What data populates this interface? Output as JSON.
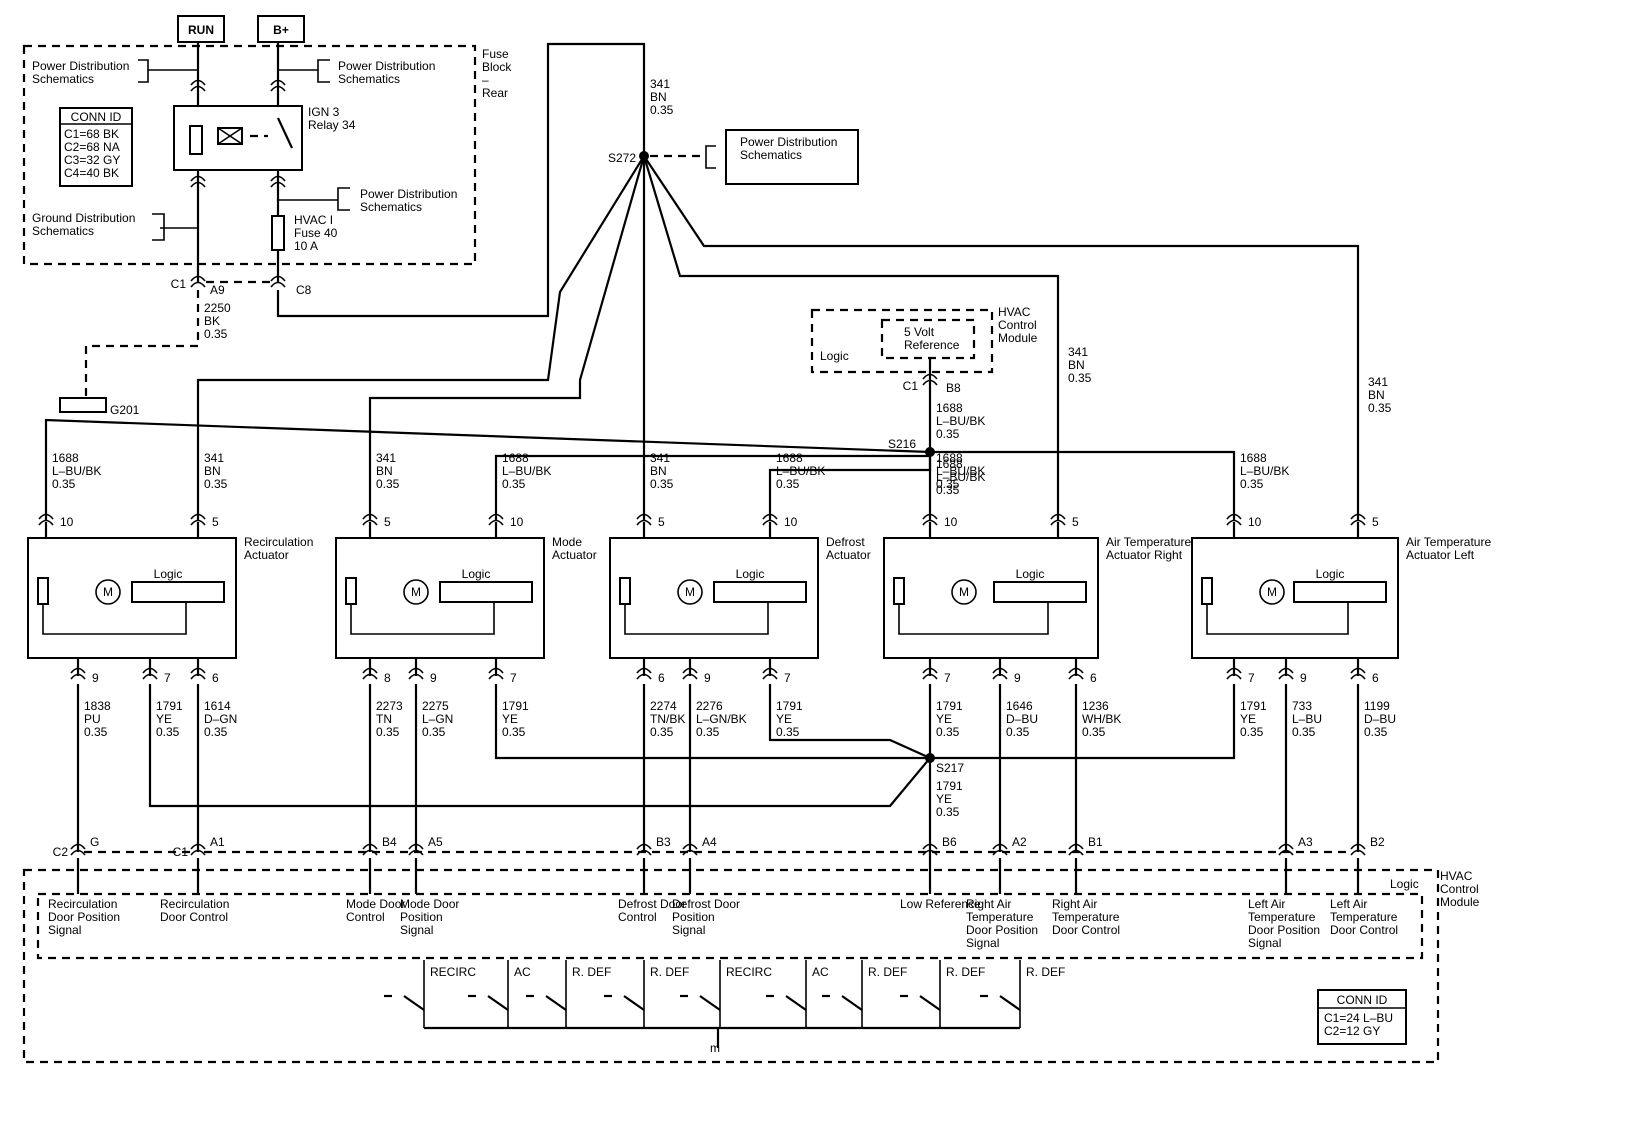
{
  "sources": {
    "run": "RUN",
    "bplus": "B+"
  },
  "fuse_block": {
    "name": "Fuse Block – Rear",
    "power_dist_1": "Power Distribution Schematics",
    "power_dist_2": "Power Distribution Schematics",
    "power_dist_3": "Power Distribution Schematics",
    "ground_dist": "Ground Distribution Schematics",
    "relay": "IGN 3 Relay 34",
    "fuse": "HVAC I Fuse 40 10 A",
    "conn_id_title": "CONN ID",
    "conn_ids": [
      "C1=68 BK",
      "C2=68 NA",
      "C3=32 GY",
      "C4=40 BK"
    ]
  },
  "top_connectors": {
    "c1": "C1",
    "a9": "A9",
    "c8": "C8"
  },
  "wires": {
    "w2250": [
      "2250",
      "BK",
      "0.35"
    ],
    "w341_top": [
      "341",
      "BN",
      "0.35"
    ],
    "w341_right1": [
      "341",
      "BN",
      "0.35"
    ],
    "w341_right2": [
      "341",
      "BN",
      "0.35"
    ],
    "w1688_ref": [
      "1688",
      "L–BU/BK",
      "0.35"
    ],
    "w1688_s216": [
      "1688",
      "L–BU/BK",
      "0.35"
    ],
    "w1791_s217": [
      "1791",
      "YE",
      "0.35"
    ]
  },
  "splices": {
    "s272": "S272",
    "s216": "S216",
    "s217": "S217",
    "g201": "G201"
  },
  "power_dist_box": "Power Distribution Schematics",
  "hvac_top": {
    "logic": "Logic",
    "ref": "5 Volt Reference",
    "module": "HVAC Control Module",
    "c1": "C1",
    "b8": "B8"
  },
  "actuators": [
    {
      "name": "Recirculation Actuator",
      "logic": "Logic",
      "motor": "M",
      "top": [
        [
          "10",
          "1688",
          "L–BU/BK",
          "0.35"
        ],
        [
          "5",
          "341",
          "BN",
          "0.35"
        ]
      ],
      "bottom": [
        [
          "9",
          "1838",
          "PU",
          "0.35"
        ],
        [
          "7",
          "1791",
          "YE",
          "0.35"
        ],
        [
          "6",
          "1614",
          "D–GN",
          "0.35"
        ]
      ]
    },
    {
      "name": "Mode Actuator",
      "logic": "Logic",
      "motor": "M",
      "top": [
        [
          "5",
          "341",
          "BN",
          "0.35"
        ],
        [
          "10",
          "1688",
          "L–BU/BK",
          "0.35"
        ]
      ],
      "bottom": [
        [
          "8",
          "2273",
          "TN",
          "0.35"
        ],
        [
          "9",
          "2275",
          "L–GN",
          "0.35"
        ],
        [
          "7",
          "1791",
          "YE",
          "0.35"
        ]
      ]
    },
    {
      "name": "Defrost Actuator",
      "logic": "Logic",
      "motor": "M",
      "top": [
        [
          "5",
          "341",
          "BN",
          "0.35"
        ],
        [
          "10",
          "1688",
          "L–BU/BK",
          "0.35"
        ]
      ],
      "bottom": [
        [
          "6",
          "2274",
          "TN/BK",
          "0.35"
        ],
        [
          "9",
          "2276",
          "L–GN/BK",
          "0.35"
        ],
        [
          "7",
          "1791",
          "YE",
          "0.35"
        ]
      ]
    },
    {
      "name": "Air Temperature Actuator Right",
      "logic": "Logic",
      "motor": "M",
      "top": [
        [
          "10",
          "1688",
          "L–BU/BK",
          "0.35"
        ],
        [
          "5",
          "",
          "",
          ""
        ]
      ],
      "bottom": [
        [
          "7",
          "1791",
          "YE",
          "0.35"
        ],
        [
          "9",
          "1646",
          "D–BU",
          "0.35"
        ],
        [
          "6",
          "1236",
          "WH/BK",
          "0.35"
        ]
      ]
    },
    {
      "name": "Air Temperature Actuator Left",
      "logic": "Logic",
      "motor": "M",
      "top": [
        [
          "10",
          "1688",
          "L–BU/BK",
          "0.35"
        ],
        [
          "5",
          "",
          "",
          ""
        ]
      ],
      "bottom": [
        [
          "7",
          "1791",
          "YE",
          "0.35"
        ],
        [
          "9",
          "733",
          "L–BU",
          "0.35"
        ],
        [
          "6",
          "1199",
          "D–BU",
          "0.35"
        ]
      ]
    }
  ],
  "bottom_pins": [
    {
      "c": "C2",
      "p": "G"
    },
    {
      "c": "C1",
      "p": "A1"
    },
    {
      "c": "",
      "p": "B4"
    },
    {
      "c": "",
      "p": "A5"
    },
    {
      "c": "",
      "p": "B3"
    },
    {
      "c": "",
      "p": "A4"
    },
    {
      "c": "",
      "p": "B6"
    },
    {
      "c": "",
      "p": "A2"
    },
    {
      "c": "",
      "p": "B1"
    },
    {
      "c": "",
      "p": "A3"
    },
    {
      "c": "",
      "p": "B2"
    }
  ],
  "module": {
    "name": "HVAC Control Module",
    "logic": "Logic",
    "signals": [
      "Recirculation Door Position Signal",
      "Recirculation Door Control",
      "Mode Door Control",
      "Mode Door Position Signal",
      "Defrost Door Control",
      "Defrost Door Position Signal",
      "Low Reference",
      "Right Air Temperature Door Position Signal",
      "Right Air Temperature Door Control",
      "Left Air Temperature Door Position Signal",
      "Left Air Temperature Door Control"
    ],
    "switches": [
      "RECIRC",
      "AC",
      "R. DEF",
      "R. DEF",
      "RECIRC",
      "AC",
      "R. DEF",
      "R. DEF",
      "R. DEF"
    ],
    "conn_id_title": "CONN ID",
    "conn_ids": [
      "C1=24 L–BU",
      "C2=12 GY"
    ]
  }
}
